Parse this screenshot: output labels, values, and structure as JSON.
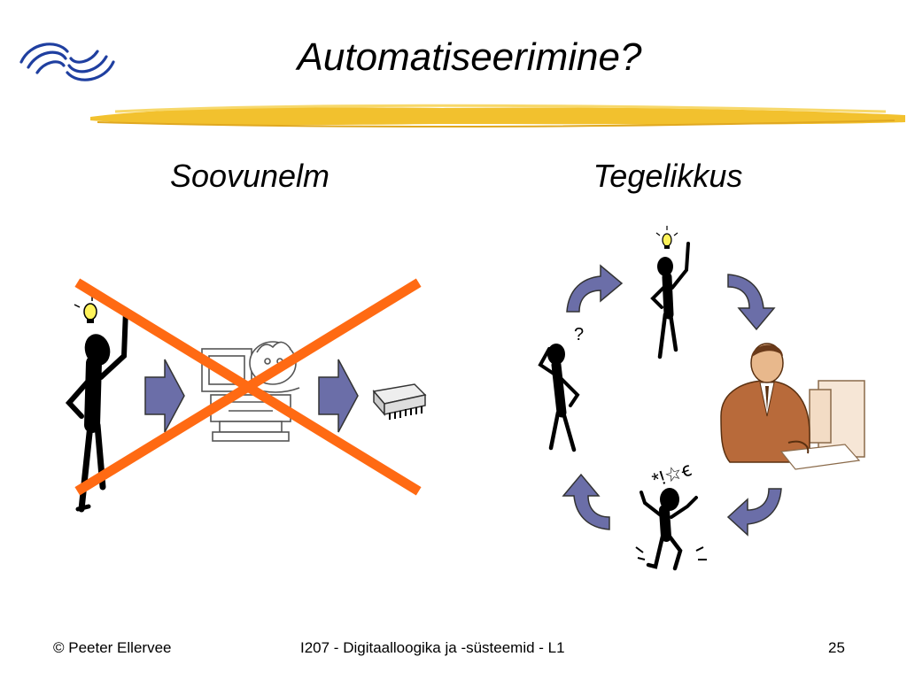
{
  "slide": {
    "title": "Automatiseerimine?",
    "left_heading": "Soovunelm",
    "right_heading": "Tegelikkus"
  },
  "cycle_figures": {
    "question_mark": "?",
    "curse_symbols": "*!☆ꞓ"
  },
  "footer": {
    "author": "© Peeter Ellervee",
    "course": "I207 - Digitaalloogika ja -süsteemid - L1",
    "page": "25"
  },
  "colors": {
    "accent_yellow": "#f2c12e",
    "arrow_fill": "#6b6ea8",
    "cross": "#ff6a13",
    "logo_blue": "#1f3fa0"
  }
}
